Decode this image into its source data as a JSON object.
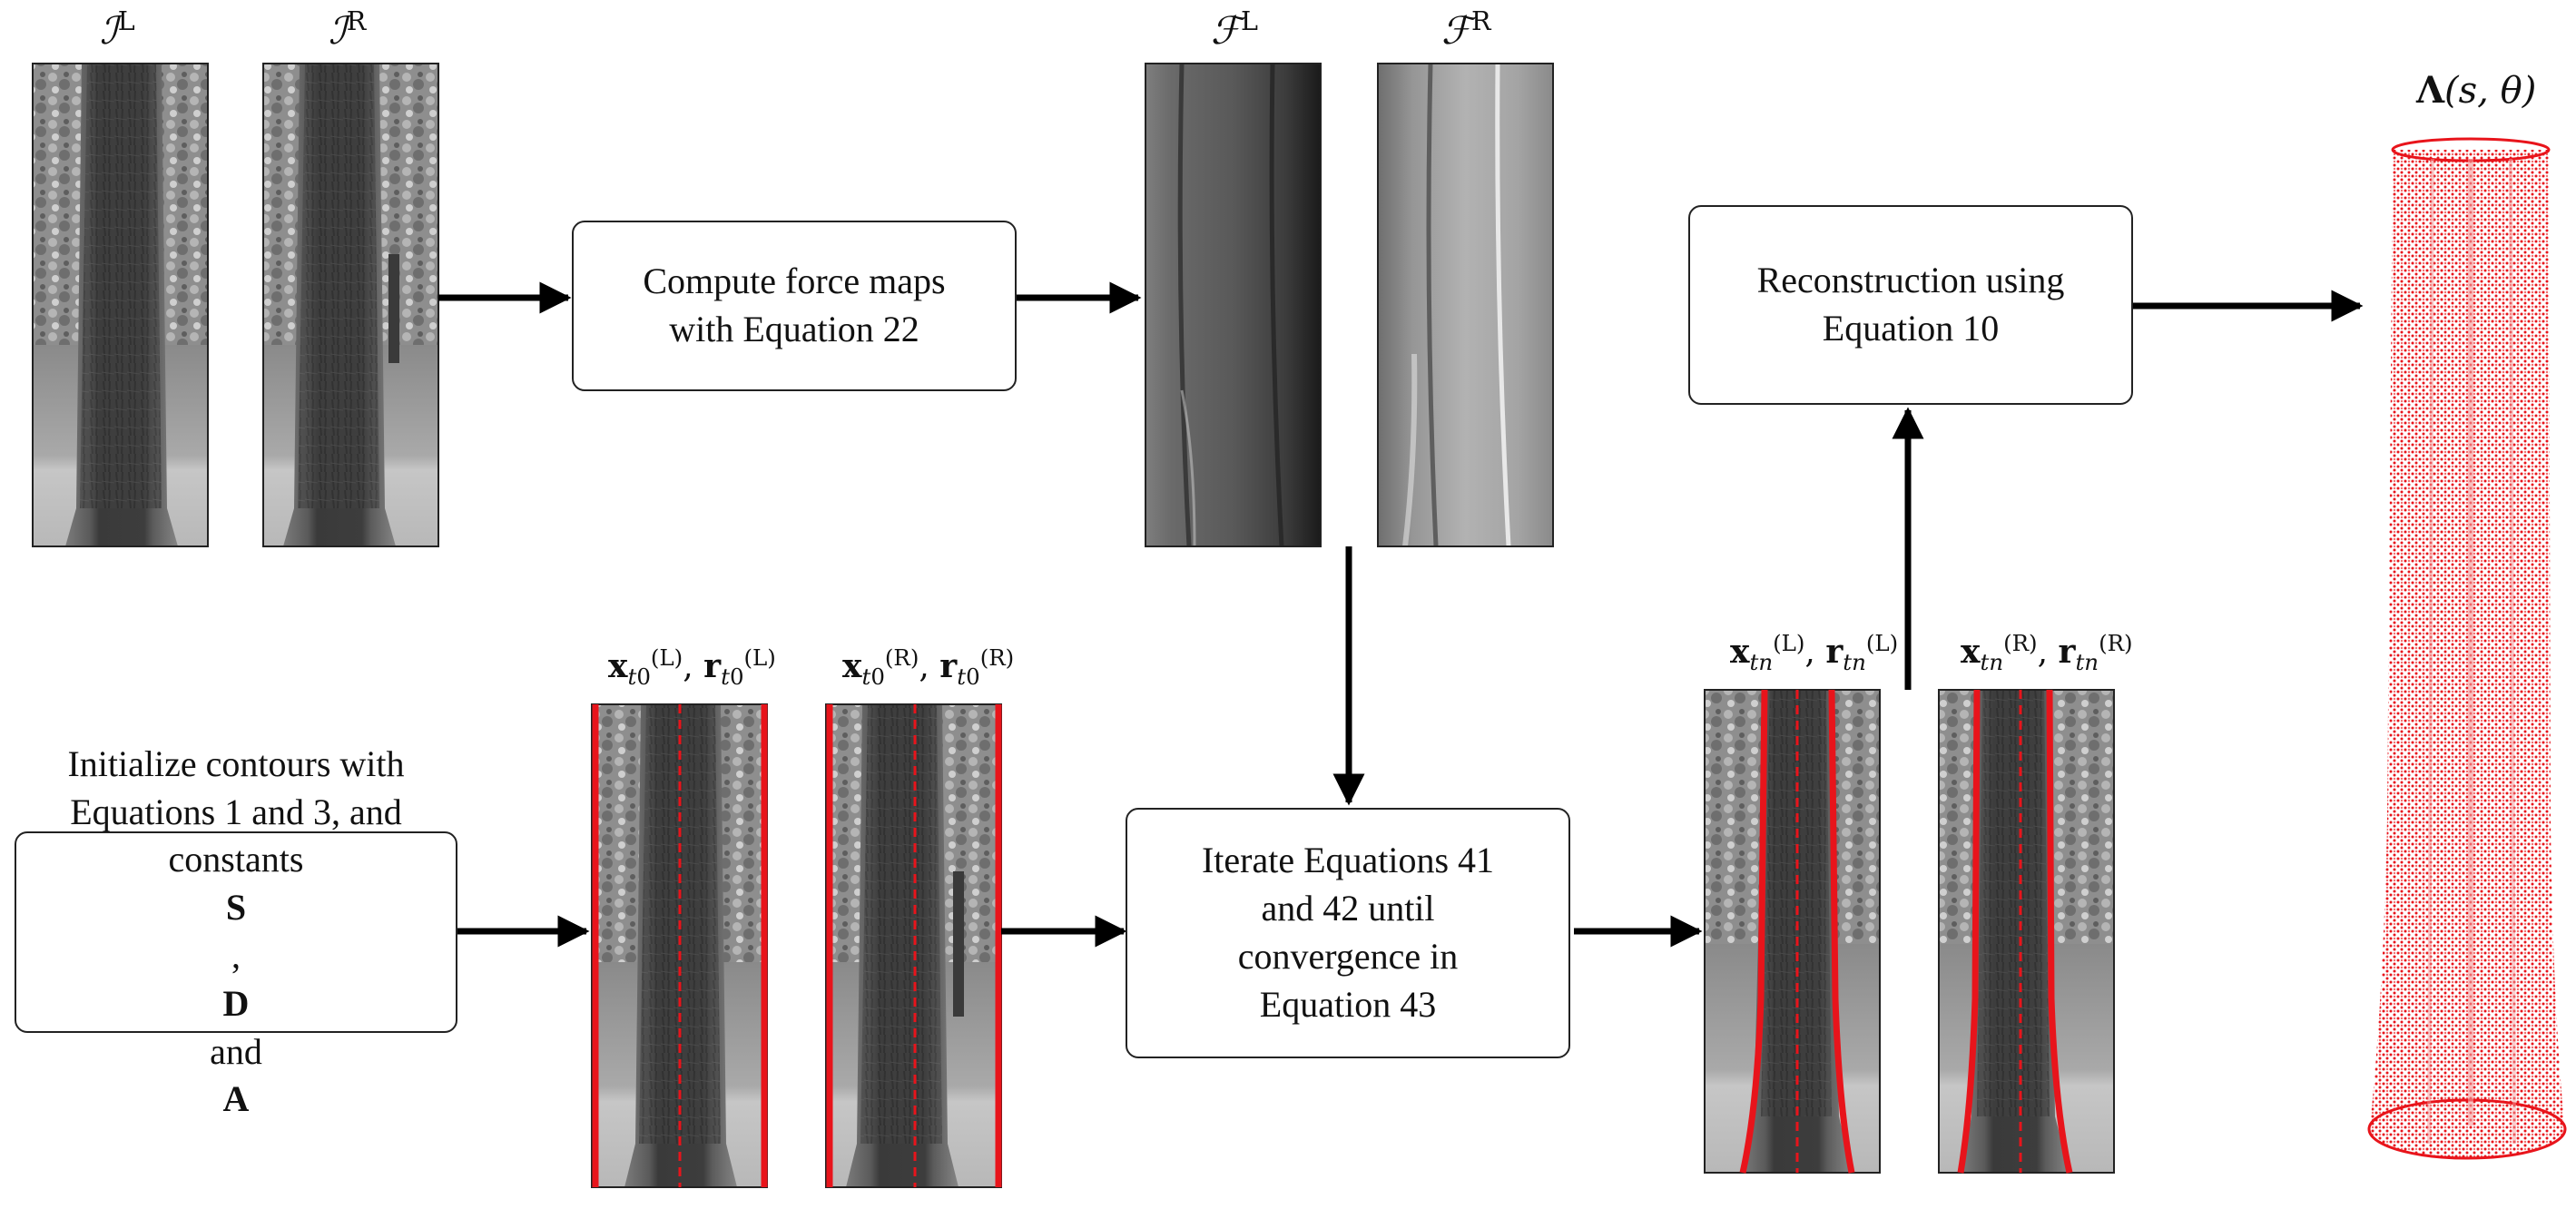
{
  "labels": {
    "i_left_sup": "L",
    "i_right_sup": "R",
    "f_left_sup": "L",
    "f_right_sup": "R",
    "x0_left_sup": "(L)",
    "x0_left_sub": "t",
    "x0_left_subsub": "0",
    "x0_right_sup": "(R)",
    "xn_left_sup": "(L)",
    "xn_right_sup": "(R)",
    "xn_sub": "t",
    "xn_subsub": "n",
    "lambda_args": "(s, θ)"
  },
  "boxes": {
    "force": {
      "line1": "Compute force maps",
      "line2": "with Equation 22"
    },
    "recon": {
      "line1": "Reconstruction using",
      "line2": "Equation 10"
    },
    "init": {
      "line1": "Initialize contours with",
      "line2": "Equations 1 and 3, and",
      "line3_pre": "constants ",
      "S": "S",
      "sep1": ", ",
      "D": "D",
      "sep2": " and ",
      "A": "A"
    },
    "iterate": {
      "line1": "Iterate Equations 41",
      "line2": "and 42 until",
      "line3": "convergence in",
      "line4": "Equation 43"
    }
  },
  "colors": {
    "contour": "#e8141b",
    "arrow": "#000000",
    "mesh": "#e8141b"
  }
}
